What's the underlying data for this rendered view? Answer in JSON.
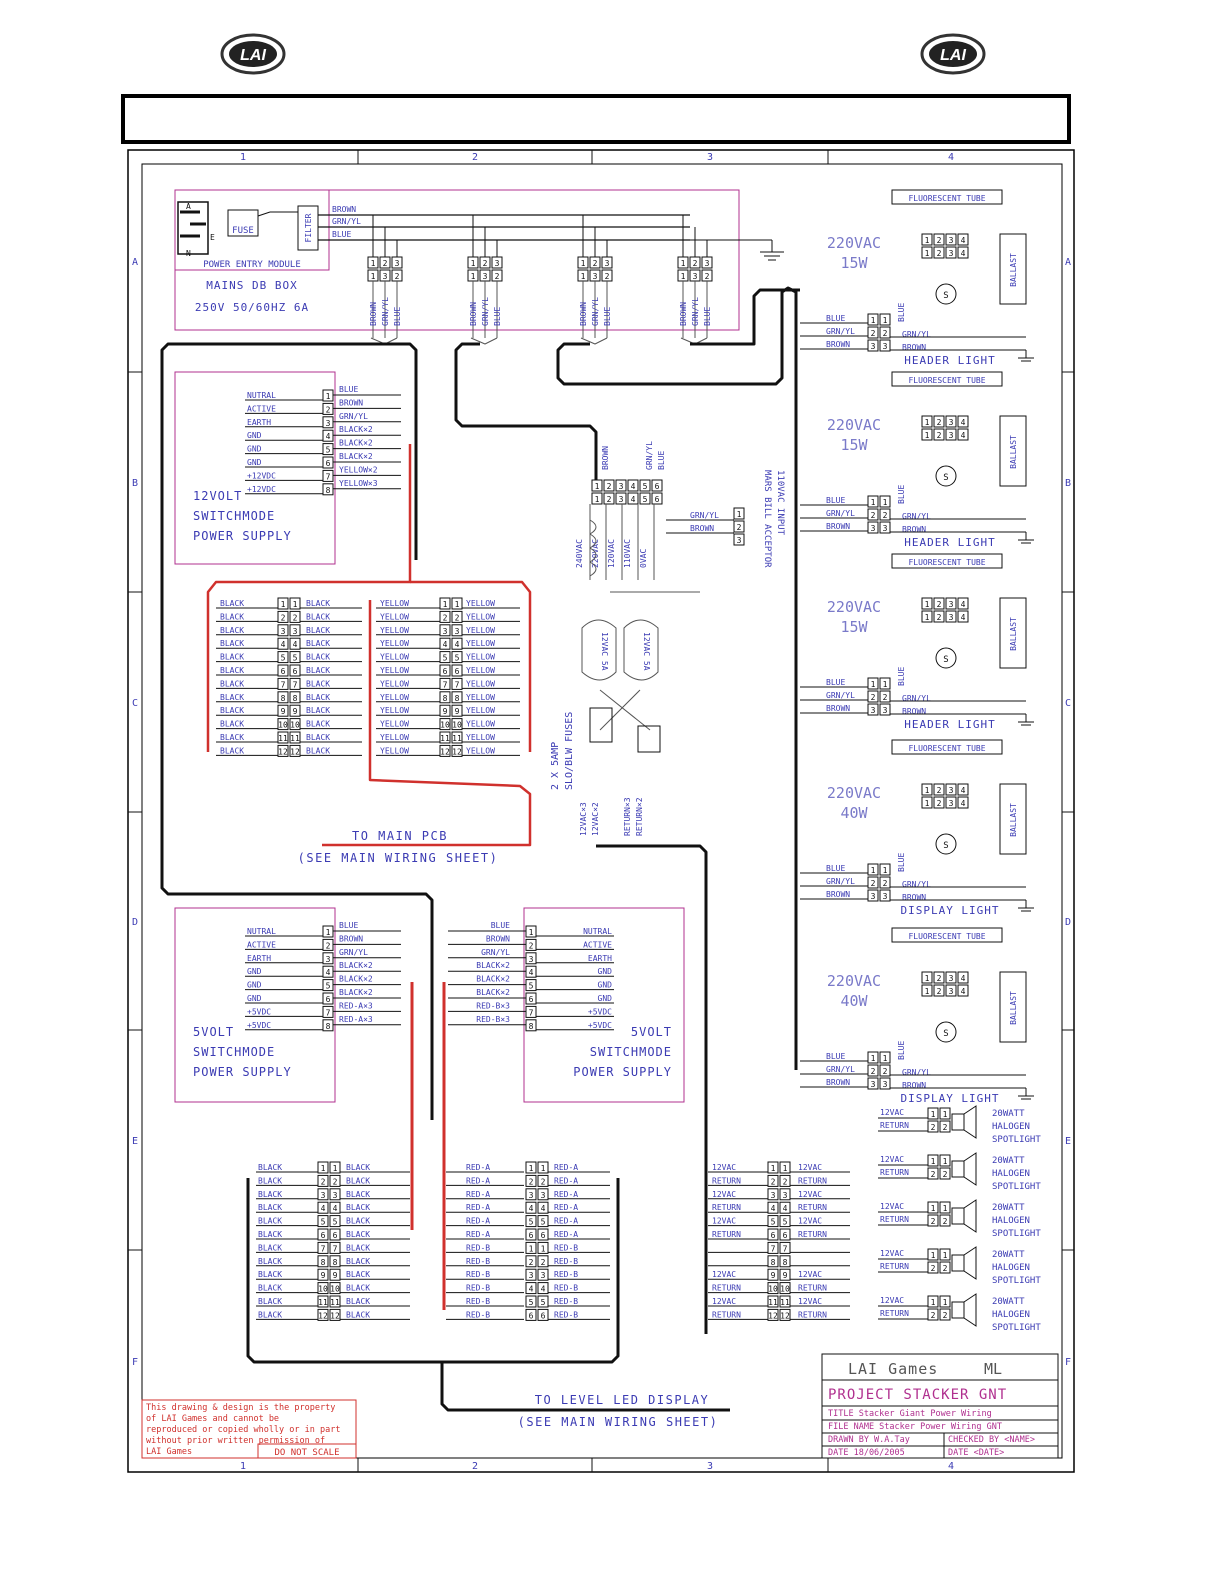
{
  "logo": {
    "text": "LAI"
  },
  "frame": {
    "zones_cols": [
      "1",
      "2",
      "3",
      "4"
    ],
    "zones_rows": [
      "A",
      "B",
      "C",
      "D",
      "E",
      "F"
    ]
  },
  "power_entry": {
    "title": "POWER ENTRY MODULE",
    "fuse": "FUSE",
    "filter": "FILTER",
    "pins": [
      "A",
      "E",
      "N"
    ],
    "wires": [
      "BROWN",
      "GRN/YL",
      "BLUE"
    ],
    "db_box": [
      "MAINS DB BOX",
      "250V 50/60HZ 6A"
    ]
  },
  "terminal_small": {
    "pins": [
      "1",
      "2",
      "3"
    ],
    "wires": [
      "BROWN",
      "GRN/YL",
      "BLUE"
    ]
  },
  "psu12": {
    "title": [
      "12VOLT",
      "SWITCHMODE",
      "POWER SUPPLY"
    ],
    "labels": [
      "NUTRAL",
      "ACTIVE",
      "EARTH",
      "GND",
      "GND",
      "GND",
      "+12VDC",
      "+12VDC"
    ],
    "wires": [
      "BLUE",
      "BROWN",
      "GRN/YL",
      "BLACK×2",
      "BLACK×2",
      "BLACK×2",
      "YELLOW×2",
      "YELLOW×3"
    ]
  },
  "conn12": {
    "left_label": "BLACK",
    "mid_label": "YELLOW",
    "pins": [
      "1",
      "2",
      "3",
      "4",
      "5",
      "6",
      "7",
      "8",
      "9",
      "10",
      "11",
      "12"
    ]
  },
  "to_main_pcb": [
    "TO MAIN PCB",
    "(SEE MAIN WIRING SHEET)"
  ],
  "transformer": {
    "top_wires": [
      "BROWN",
      "GRN/YL",
      "BLUE"
    ],
    "pins": [
      "1",
      "2",
      "3",
      "4",
      "5",
      "6"
    ],
    "taps": [
      "240VAC",
      "220VAC",
      "120VAC",
      "110VAC",
      "0VAC"
    ],
    "out_wires": [
      "GRN/YL",
      "BROWN"
    ],
    "bill_acceptor": [
      "MARS BILL ACCEPTOR",
      "110VAC INPUT"
    ]
  },
  "fuses": {
    "sec": [
      "12VAC 5A",
      "12VAC 5A"
    ],
    "label": [
      "2 X 5AMP",
      "SLO/BLW FUSES"
    ],
    "wires": [
      "12VAC×3",
      "12VAC×2",
      "RETURN×3",
      "RETURN×2"
    ]
  },
  "lights": [
    {
      "voltage": "220VAC",
      "watts": "15W",
      "name": "HEADER LIGHT"
    },
    {
      "voltage": "220VAC",
      "watts": "15W",
      "name": "HEADER LIGHT"
    },
    {
      "voltage": "220VAC",
      "watts": "15W",
      "name": "HEADER LIGHT"
    },
    {
      "voltage": "220VAC",
      "watts": "40W",
      "name": "DISPLAY LIGHT"
    },
    {
      "voltage": "220VAC",
      "watts": "40W",
      "name": "DISPLAY LIGHT"
    }
  ],
  "light_common": {
    "tube": "FLUORESCENT TUBE",
    "ballast": "BALLAST",
    "starter": "S",
    "wires": [
      "BLUE",
      "GRN/YL",
      "BROWN"
    ]
  },
  "psu5_left": {
    "title": [
      "5VOLT",
      "SWITCHMODE",
      "POWER SUPPLY"
    ],
    "labels": [
      "NUTRAL",
      "ACTIVE",
      "EARTH",
      "GND",
      "GND",
      "GND",
      "+5VDC",
      "+5VDC"
    ],
    "wires": [
      "BLUE",
      "BROWN",
      "GRN/YL",
      "BLACK×2",
      "BLACK×2",
      "BLACK×2",
      "RED-A×3",
      "RED-A×3"
    ]
  },
  "psu5_right": {
    "title": [
      "5VOLT",
      "SWITCHMODE",
      "POWER SUPPLY"
    ],
    "labels": [
      "NUTRAL",
      "ACTIVE",
      "EARTH",
      "GND",
      "GND",
      "GND",
      "+5VDC",
      "+5VDC"
    ],
    "wires": [
      "BLUE",
      "BROWN",
      "GRN/YL",
      "BLACK×2",
      "BLACK×2",
      "BLACK×2",
      "RED-B×3",
      "RED-B×3"
    ]
  },
  "led_conn": {
    "left": "BLACK",
    "red_a": "RED-A",
    "red_b": "RED-B"
  },
  "ac_conn": {
    "a": "12VAC",
    "b": "RETURN"
  },
  "halogen": {
    "name": [
      "20WATT",
      "HALOGEN",
      "SPOTLIGHT"
    ],
    "wires": [
      "12VAC",
      "RETURN"
    ]
  },
  "to_led": [
    "TO LEVEL LED DISPLAY",
    "(SEE MAIN WIRING SHEET)"
  ],
  "copyright": [
    "This drawing & design is the property",
    "of LAI Games and cannot be",
    "reproduced or copied wholly or in part",
    "without prior written permission of",
    "LAI Games"
  ],
  "do_not_scale": "DO NOT SCALE",
  "title_block": {
    "company": "LAI Games",
    "code": "ML",
    "project": "PROJECT STACKER GNT",
    "title": "TITLE  Stacker Giant Power Wiring",
    "file": "FILE NAME Stacker Power Wiring GNT",
    "drawn": "DRAWN BY   W.A.Tay",
    "checked": "CHECKED BY <NAME>",
    "date1": "DATE   18/06/2005",
    "date2": "DATE   <DATE>"
  }
}
